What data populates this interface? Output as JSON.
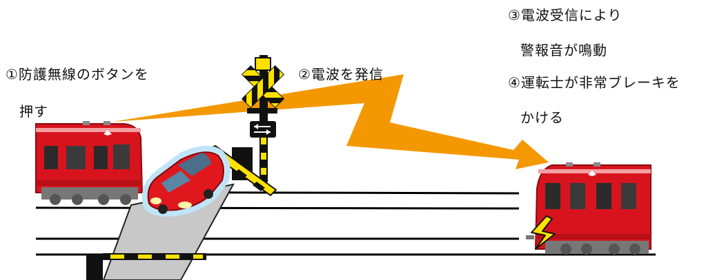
{
  "captions": {
    "step1_line1": "①防護無線のボタンを",
    "step1_line2": "押す",
    "step2": "②電波を発信",
    "step3_line1": "③電波受信により",
    "step3_line2": "警報音が鳴動",
    "step4_line1": "④運転士が非常ブレーキを",
    "step4_line2": "かける"
  },
  "colors": {
    "train_red": "#d7141e",
    "radio_wave": "#f39800",
    "crossing_yellow": "#ffe100",
    "car_red": "#e0181e",
    "crosswalk_gray": "#c8c8c8"
  },
  "icons": {
    "wave": "lightning-zigzag-arrow",
    "brake": "lightning-bolt-icon",
    "signal": "railroad-crossing-signal",
    "barrier": "crossing-gate"
  }
}
